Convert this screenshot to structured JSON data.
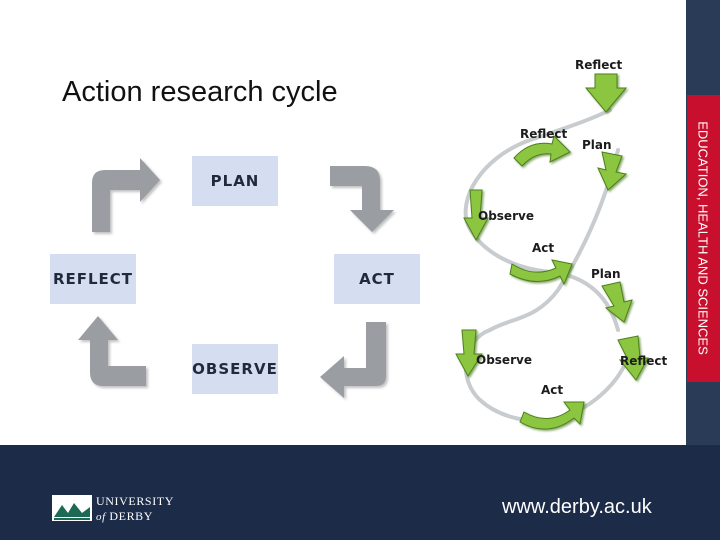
{
  "slide": {
    "title": "Action research cycle"
  },
  "cycle": {
    "plan": "PLAN",
    "act": "ACT",
    "observe": "OBSERVE",
    "reflect": "REFLECT"
  },
  "spiral": {
    "reflect_top": "Reflect",
    "reflect_1": "Reflect",
    "plan_1": "Plan",
    "observe_1": "Observe",
    "act_1": "Act",
    "plan_2": "Plan",
    "observe_2": "Observe",
    "reflect_2": "Reflect",
    "act_2": "Act"
  },
  "sidebar": {
    "text": "EDUCATION, HEALTH AND SCIENCES"
  },
  "footer": {
    "logo_line1": "UNIVERSITY",
    "logo_of": "of",
    "logo_derby": "DERBY",
    "url": "www.derby.ac.uk"
  },
  "colors": {
    "box_fill": "#d5ddf0",
    "arrow_gray": "#9a9ea3",
    "spiral_green": "#8cc63f",
    "footer_navy": "#1c2b48",
    "accent_red": "#c8102e"
  }
}
